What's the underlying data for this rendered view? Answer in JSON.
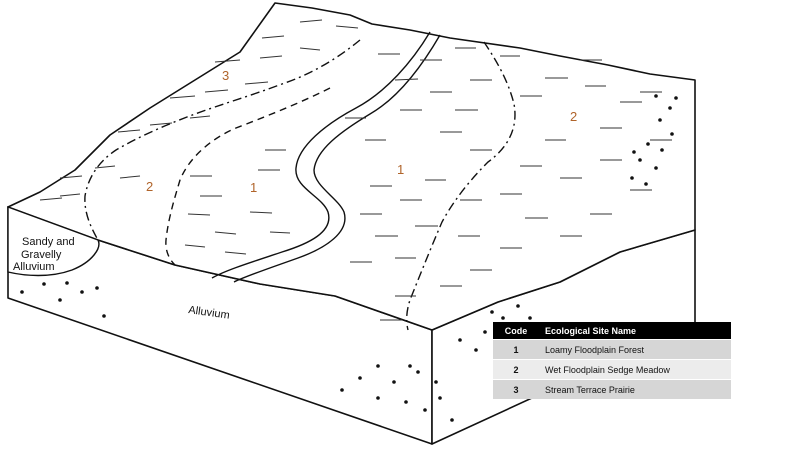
{
  "diagram": {
    "zone_labels": [
      "3",
      "2",
      "1",
      "1",
      "2"
    ],
    "sandy_label": [
      "Sandy and",
      "Gravelly",
      "Alluvium"
    ],
    "alluvium_label": "Alluvium"
  },
  "legend": {
    "headers": [
      "Code",
      "Ecological Site Name"
    ],
    "rows": [
      {
        "code": "1",
        "name": "Loamy Floodplain Forest"
      },
      {
        "code": "2",
        "name": "Wet Floodplain Sedge Meadow"
      },
      {
        "code": "3",
        "name": "Stream Terrace Prairie"
      }
    ]
  },
  "colors": {
    "zone_code": "#b0642a",
    "legend_header_bg": "#000000",
    "legend_row_bg": "#d6d6d6",
    "legend_row_alt_bg": "#ececec"
  }
}
